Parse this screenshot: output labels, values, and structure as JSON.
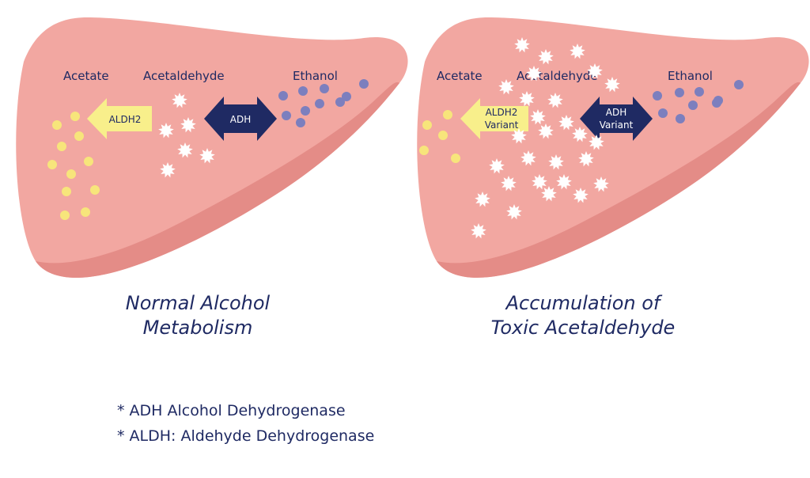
{
  "colors": {
    "liver_fill": "#f2a7a1",
    "liver_shade": "#e48c87",
    "acetate_dot": "#f7e57b",
    "ethanol_dot": "#7c7fbe",
    "aldh_arrow": "#f8ef8b",
    "adh_arrow": "#1f2a63",
    "acetaldehyde_star": "#ffffff",
    "text": "#1f2a63"
  },
  "panels": [
    {
      "acetate_label": "Acetate",
      "acetaldehyde_label": "Acetaldehyde",
      "ethanol_label": "Ethanol",
      "aldh_label": [
        "ALDH2"
      ],
      "adh_label": [
        "ADH"
      ],
      "caption": [
        "Normal Alcohol",
        "Metabolism"
      ]
    },
    {
      "acetate_label": "Acetate",
      "acetaldehyde_label": "Acetaldehyde",
      "ethanol_label": "Ethanol",
      "aldh_label": [
        "ALDH2",
        "Variant"
      ],
      "adh_label": [
        "ADH",
        "Variant"
      ],
      "caption": [
        "Accumulation of",
        "Toxic Acetaldehyde"
      ]
    }
  ],
  "legend": [
    "* ADH Alcohol Dehydrogenase",
    "* ALDH: Aldehyde Dehydrogenase"
  ]
}
